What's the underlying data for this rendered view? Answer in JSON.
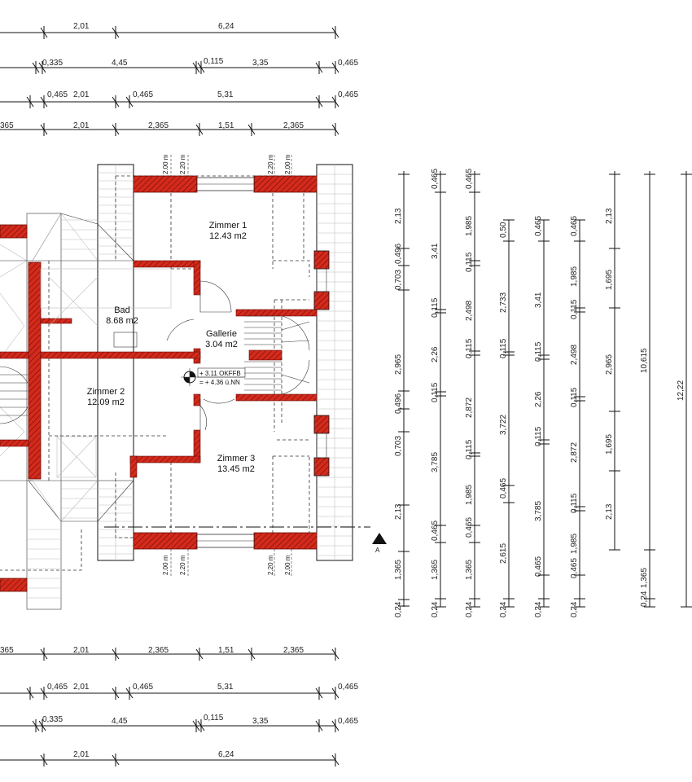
{
  "colors": {
    "wall": "#d42a1c",
    "line": "#111111",
    "roof_line": "#bdbdbd"
  },
  "dim_rows_top": [
    [
      "2,01",
      "6,24"
    ],
    [
      "0,335",
      "4,45",
      "0,115",
      "3,35",
      "0,465"
    ],
    [
      "0,465",
      "2,01",
      "0,465",
      "5,31",
      "0,465"
    ],
    [
      "365",
      "2,01",
      "2,365",
      "1,51",
      "2,365"
    ]
  ],
  "dim_rows_bottom": [
    [
      "365",
      "2,01",
      "2,365",
      "1,51",
      "2,365"
    ],
    [
      "0,465",
      "2,01",
      "0,465",
      "5,31",
      "0,465"
    ],
    [
      "0,335",
      "4,45",
      "0,115",
      "3,35",
      "0,465"
    ],
    [
      "2,01",
      "6,24"
    ]
  ],
  "opening_labels": {
    "top_left": [
      "2.00 m",
      "2.20 m"
    ],
    "top_right": [
      "2.20 m",
      "2.00 m"
    ],
    "bottom_left": [
      "2.00 m",
      "2.20 m"
    ],
    "bottom_right": [
      "2.20 m",
      "2.00 m"
    ]
  },
  "rooms": [
    {
      "name": "Zimmer 1",
      "area": "12.43 m2"
    },
    {
      "name": "Bad",
      "area": "8.68 m2"
    },
    {
      "name": "Gallerie",
      "area": "3.04 m2"
    },
    {
      "name": "Zimmer 2",
      "area": "12.09 m2"
    },
    {
      "name": "Zimmer 3",
      "area": "13.45 m2"
    }
  ],
  "level_marker": {
    "line1": "+ 3.11 OKFFB",
    "line2": "= + 4.36 ü.NN"
  },
  "section_label": "A",
  "vertical_chains": [
    [
      "2,13",
      "0,496",
      "0,703",
      "2,965",
      "0,496",
      "0,703",
      "2,13",
      "1,365",
      "0,24"
    ],
    [
      "0,465",
      "3,41",
      "0,115",
      "2,26",
      "0,115",
      "3,785",
      "0,465",
      "1,365",
      "0,24"
    ],
    [
      "0,465",
      "1,985",
      "0,115",
      "2,498",
      "0,115",
      "2,872",
      "0,115",
      "1,985",
      "0,465",
      "1,365",
      "0,24"
    ],
    [
      "0,50",
      "2,733",
      "0,115",
      "3,722",
      "0,465",
      "2,615",
      "0,24"
    ],
    [
      "0,465",
      "3,41",
      "0,115",
      "2,26",
      "0,115",
      "3,785",
      "0,465",
      "0,24"
    ],
    [
      "0,465",
      "1,985",
      "0,115",
      "2,498",
      "0,115",
      "2,872",
      "0,115",
      "1,985",
      "0,465",
      "0,24"
    ],
    [
      "2,13",
      "1,695",
      "2,965",
      "1,695",
      "2,13"
    ],
    [
      "10,615",
      "0,24",
      "1,365"
    ],
    [
      "12,22"
    ]
  ]
}
